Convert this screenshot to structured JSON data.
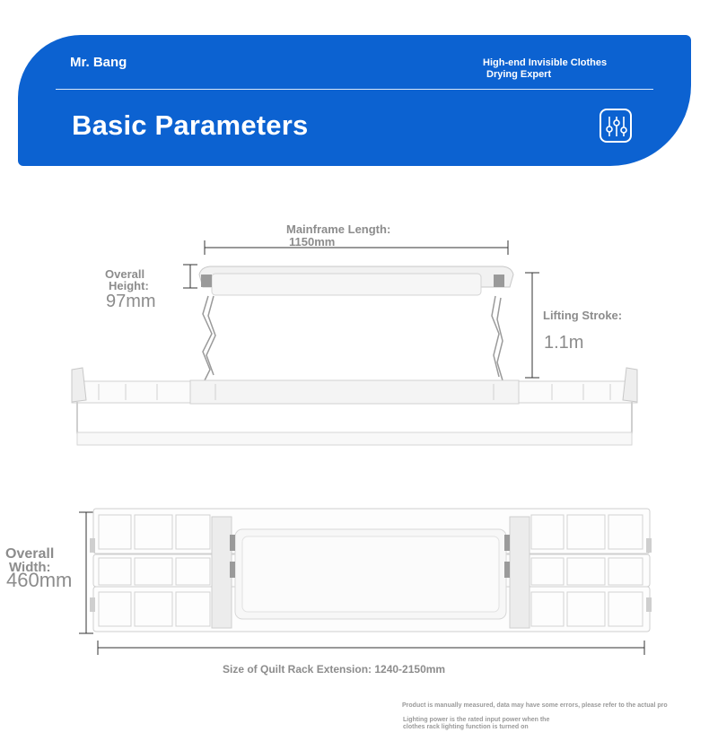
{
  "header": {
    "brand": "Mr. Bang",
    "tagline_line1": "High-end Invisible Clothes",
    "tagline_line2": "Drying Expert",
    "title": "Basic Parameters",
    "icon": "sliders-icon",
    "colors": {
      "banner": "#0c62d1",
      "text": "#ffffff"
    }
  },
  "side_view": {
    "mainframe_length_label": "Mainframe Length:",
    "mainframe_length_value": "1150mm",
    "overall_height_label_line1": "Overall",
    "overall_height_label_line2": "Height:",
    "overall_height_value": "97mm",
    "lifting_stroke_label": "Lifting Stroke:",
    "lifting_stroke_value": "1.1m"
  },
  "top_view": {
    "overall_width_label_line1": "Overall",
    "overall_width_label_line2": "Width:",
    "overall_width_value": "460mm",
    "quilt_rack_label": "Size of Quilt Rack Extension: 1240-2150mm"
  },
  "notes": {
    "disclaimer": "Product is manually measured, data may have some errors, please refer to the actual pro",
    "lighting_line1": "Lighting power is the rated input power when the",
    "lighting_line2": "clothes rack lighting function is turned on"
  }
}
